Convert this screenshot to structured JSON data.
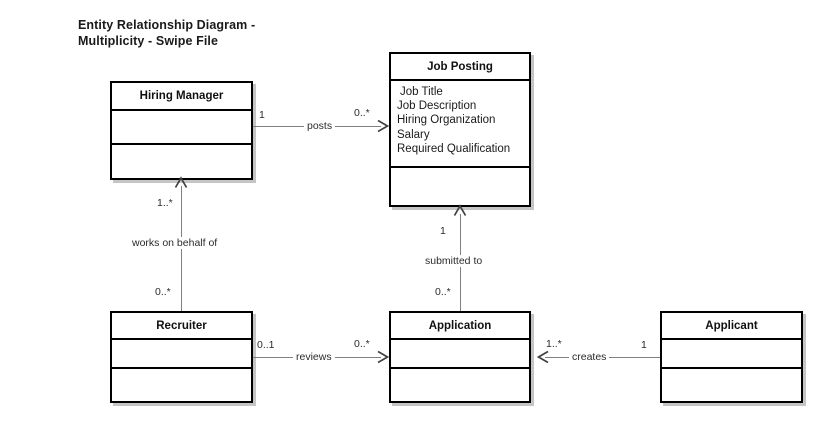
{
  "diagram": {
    "title": "Entity Relationship Diagram -\nMultiplicity - Swipe File",
    "type": "uml-class-diagram",
    "colors": {
      "background": "#ffffff",
      "entity_border": "#000000",
      "entity_fill": "#ffffff",
      "connector": "#808080",
      "shadow": "#969696",
      "text": "#1a1a1a"
    }
  },
  "entities": [
    {
      "id": "hiring-manager",
      "name": "Hiring Manager",
      "attributes": [],
      "operations": []
    },
    {
      "id": "job-posting",
      "name": "Job Posting",
      "attributes": [
        "Job Title",
        "Job Description",
        "Hiring Organization",
        "Salary",
        "Required Qualification"
      ],
      "operations": []
    },
    {
      "id": "recruiter",
      "name": "Recruiter",
      "attributes": [],
      "operations": []
    },
    {
      "id": "application",
      "name": "Application",
      "attributes": [],
      "operations": []
    },
    {
      "id": "applicant",
      "name": "Applicant",
      "attributes": [],
      "operations": []
    }
  ],
  "relationships": [
    {
      "id": "posts",
      "label": "posts",
      "source": "hiring-manager",
      "target": "job-posting",
      "source_multiplicity": "1",
      "target_multiplicity": "0..*",
      "direction": "right"
    },
    {
      "id": "works-on-behalf-of",
      "label": "works on behalf of",
      "source": "recruiter",
      "target": "hiring-manager",
      "source_multiplicity": "0..*",
      "target_multiplicity": "1..*",
      "direction": "up"
    },
    {
      "id": "submitted-to",
      "label": "submitted to",
      "source": "application",
      "target": "job-posting",
      "source_multiplicity": "0..*",
      "target_multiplicity": "1",
      "direction": "up"
    },
    {
      "id": "reviews",
      "label": "reviews",
      "source": "recruiter",
      "target": "application",
      "source_multiplicity": "0..1",
      "target_multiplicity": "0..*",
      "direction": "right"
    },
    {
      "id": "creates",
      "label": "creates",
      "source": "applicant",
      "target": "application",
      "source_multiplicity": "1",
      "target_multiplicity": "1..*",
      "direction": "left"
    }
  ]
}
